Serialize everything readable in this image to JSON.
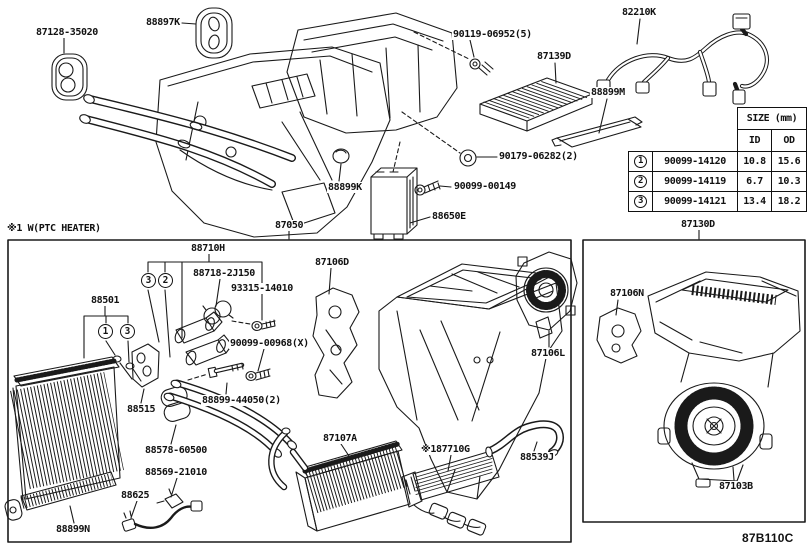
{
  "diagram": {
    "note": "※1 W(PTC HEATER)",
    "drawing_code": "87B110C",
    "colors": {
      "ink": "#1a1a1a",
      "background": "#ffffff"
    },
    "parts": {
      "p87128": "87128-35020",
      "p88897K": "88897K",
      "p90119": "90119-06952(5)",
      "p87139D": "87139D",
      "p88899M": "88899M",
      "p82210K": "82210K",
      "p90179": "90179-06282(2)",
      "p88899K": "88899K",
      "p90099_00149": "90099-00149",
      "p88650E": "88650E",
      "p87050": "87050",
      "p88710H": "88710H",
      "p88718": "88718-2J150",
      "p93315": "93315-14010",
      "p88501": "88501",
      "p90099_00968": "90099-00968(X)",
      "p88515": "88515",
      "p88899_44050": "88899-44050(2)",
      "p88578": "88578-60500",
      "p88569": "88569-21010",
      "p88625": "88625",
      "p88899N": "88899N",
      "p87107A": "87107A",
      "p87710G": "※187710G",
      "p88539J": "88539J",
      "p87106D": "87106D",
      "p87106L": "87106L",
      "p87130D": "87130D",
      "p87106N": "87106N",
      "p87103B": "87103B"
    },
    "callouts": {
      "c1": "1",
      "c2": "2",
      "c3": "3"
    },
    "size_table": {
      "title": "SIZE (mm)",
      "columns": [
        "ID",
        "OD"
      ],
      "rows": [
        {
          "ref": "1",
          "part": "90099-14120",
          "id": "10.8",
          "od": "15.6"
        },
        {
          "ref": "2",
          "part": "90099-14119",
          "id": "6.7",
          "od": "10.3"
        },
        {
          "ref": "3",
          "part": "90099-14121",
          "id": "13.4",
          "od": "18.2"
        }
      ]
    }
  }
}
